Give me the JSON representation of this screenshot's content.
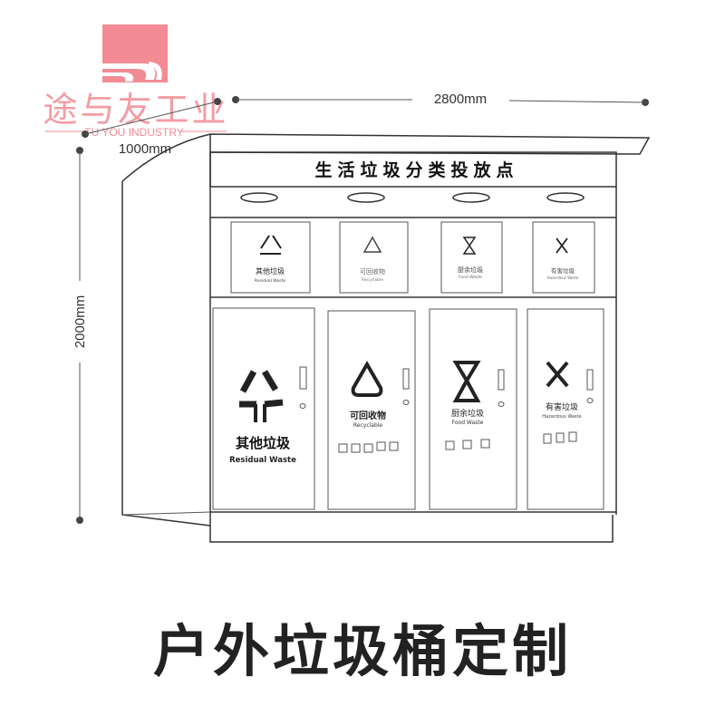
{
  "logo": {
    "brand_cn": "途与友工业",
    "brand_en": "TU YOU INDUSTRY",
    "color": "#f28b94"
  },
  "dimensions": {
    "depth": "1000mm",
    "width": "2800mm",
    "height": "2000mm"
  },
  "cabinet": {
    "sign": "生活垃圾分类投放点",
    "bins": [
      {
        "cn": "其他垃圾",
        "en": "Residual Waste",
        "icon": "recycle-arrows-icon"
      },
      {
        "cn": "可回收物",
        "en": "Recyclable",
        "icon": "recycle-triangle-icon"
      },
      {
        "cn": "厨余垃圾",
        "en": "Food Waste",
        "icon": "hourglass-icon"
      },
      {
        "cn": "有害垃圾",
        "en": "Hazardous Waste",
        "icon": "cross-arrows-icon"
      }
    ]
  },
  "headline": "户外垃圾桶定制"
}
